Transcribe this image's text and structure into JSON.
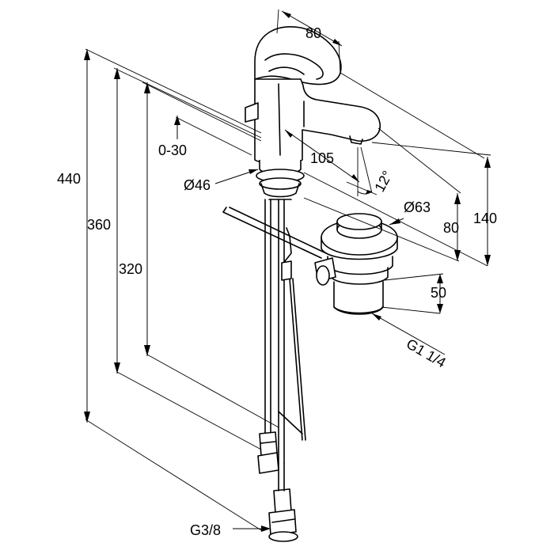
{
  "dimensions": {
    "spout_width": "80",
    "total_height": "440",
    "height_360": "360",
    "height_320": "320",
    "deck_thickness": "0-30",
    "base_diameter": "Ø46",
    "spout_reach": "105",
    "spout_angle": "12°",
    "waste_diameter": "Ø63",
    "spout_height": "80",
    "overall_height": "140",
    "waste_length": "50",
    "waste_thread": "G1 1/4",
    "hose_thread": "G3/8"
  }
}
